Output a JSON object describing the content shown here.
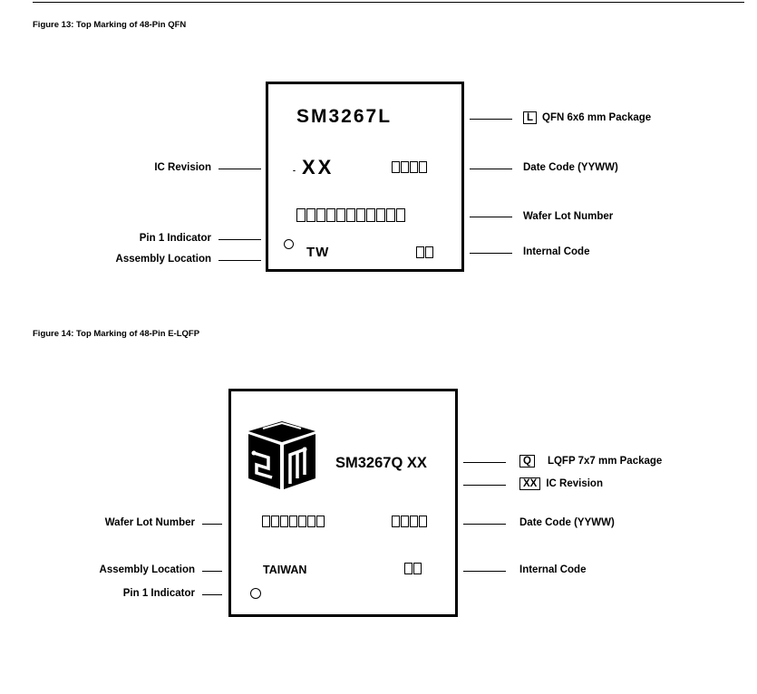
{
  "figure13": {
    "caption": "Figure 13: Top Marking of 48-Pin QFN",
    "part_number": "SM3267L",
    "revision_prefix": "-",
    "revision": "XX",
    "assembly_code": "TW",
    "left_labels": {
      "ic_revision": "IC Revision",
      "pin1": "Pin 1 Indicator",
      "assembly": "Assembly Location"
    },
    "right_labels": {
      "package_box": "L",
      "package": "QFN 6x6 mm Package",
      "date_code": "Date Code (YYWW)",
      "wafer_lot": "Wafer Lot Number",
      "internal": "Internal Code"
    }
  },
  "figure14": {
    "caption": "Figure 14: Top Marking of 48-Pin E-LQFP",
    "part_number": "SM3267Q XX",
    "assembly_code": "TAIWAN",
    "left_labels": {
      "wafer_lot": "Wafer Lot Number",
      "assembly": "Assembly Location",
      "pin1": "Pin 1 Indicator"
    },
    "right_labels": {
      "package_box": "Q",
      "package": "LQFP 7x7 mm Package",
      "revision_box": "XX",
      "ic_revision": "IC Revision",
      "date_code": "Date Code (YYWW)",
      "internal": "Internal Code"
    }
  },
  "icons": {
    "logo": "sm-cube-logo",
    "pin1": "circle-icon"
  }
}
